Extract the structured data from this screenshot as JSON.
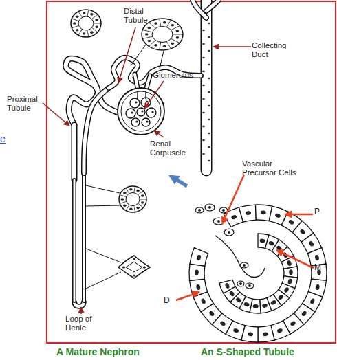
{
  "diagram": {
    "labels": [
      "Distal Tubule",
      "Collecting Duct",
      "Glomerulus",
      "Proximal Tubule",
      "Renal Corpuscle",
      "Vascular Precursor Cells",
      "P",
      "M",
      "D",
      "Loop of Henle",
      "e",
      "A Mature Nephron",
      "An S-Shaped Tubule"
    ]
  }
}
